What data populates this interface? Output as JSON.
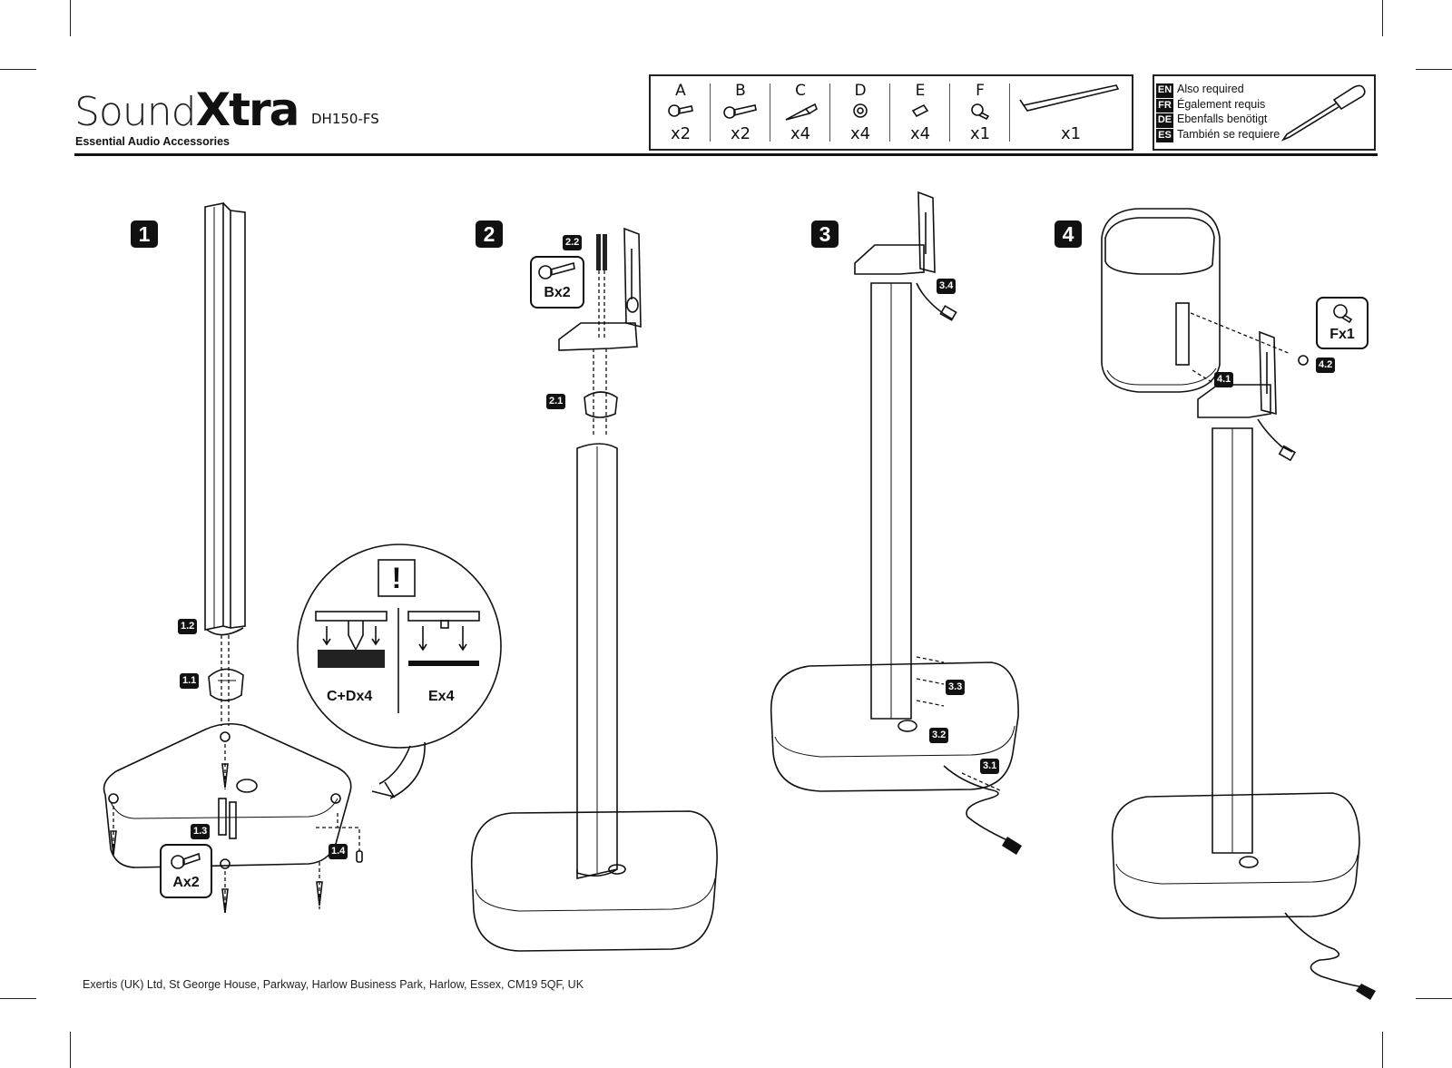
{
  "brand": {
    "name_part1": "Sound",
    "name_part2": "Xtra",
    "tagline": "Essential Audio Accessories"
  },
  "model": "DH150-FS",
  "parts": [
    {
      "letter": "A",
      "qty": "x2",
      "icon": "screw-icon"
    },
    {
      "letter": "B",
      "qty": "x2",
      "icon": "screw-icon"
    },
    {
      "letter": "C",
      "qty": "x4",
      "icon": "spike-icon"
    },
    {
      "letter": "D",
      "qty": "x4",
      "icon": "washer-icon"
    },
    {
      "letter": "E",
      "qty": "x4",
      "icon": "foot-icon"
    },
    {
      "letter": "F",
      "qty": "x1",
      "icon": "screw-icon"
    },
    {
      "letter": "",
      "qty": "x1",
      "icon": "allen-key-icon"
    }
  ],
  "also_required": [
    {
      "code": "EN",
      "text": "Also required"
    },
    {
      "code": "FR",
      "text": "Également requis"
    },
    {
      "code": "DE",
      "text": "Ebenfalls benötigt"
    },
    {
      "code": "ES",
      "text": "También se requiere"
    }
  ],
  "steps": [
    {
      "number": "1",
      "substeps": [
        "1.1",
        "1.2",
        "1.3",
        "1.4"
      ],
      "callout": "Ax2"
    },
    {
      "number": "2",
      "substeps": [
        "2.1",
        "2.2"
      ],
      "callout": "Bx2"
    },
    {
      "number": "3",
      "substeps": [
        "3.1",
        "3.2",
        "3.3",
        "3.4"
      ]
    },
    {
      "number": "4",
      "substeps": [
        "4.1",
        "4.2"
      ],
      "callout": "Fx1"
    }
  ],
  "warning": {
    "symbol": "!",
    "left_label": "C+Dx4",
    "right_label": "Ex4"
  },
  "footer": "Exertis (UK) Ltd, St George House, Parkway, Harlow Business Park, Harlow, Essex, CM19 5QF, UK"
}
